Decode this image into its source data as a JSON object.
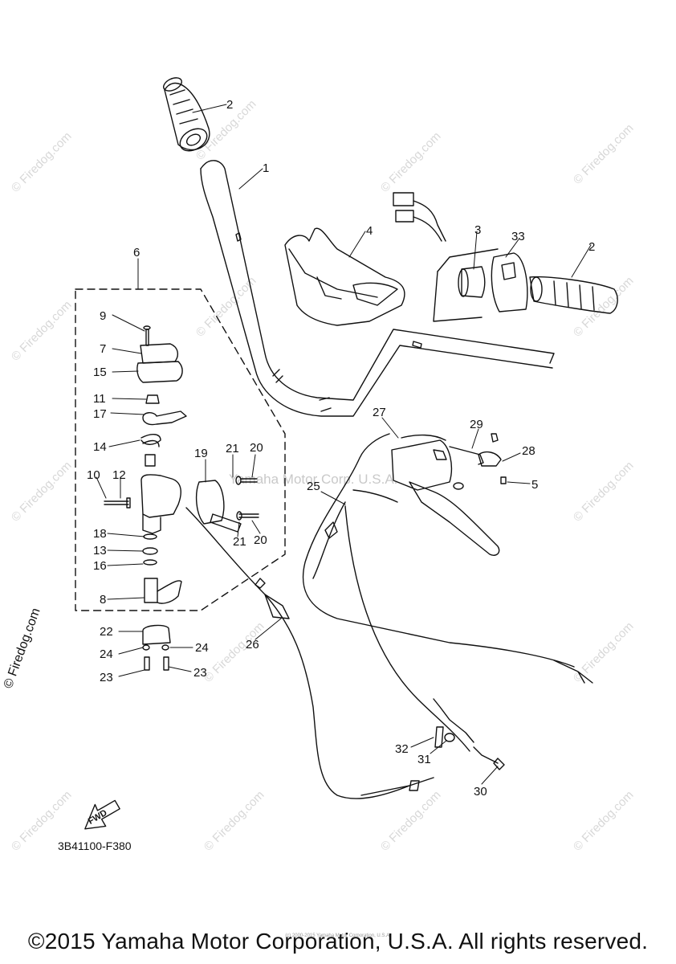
{
  "watermark": {
    "text": "© Firedog.com",
    "side_text": "© Firedog.com"
  },
  "center_watermark": "Yamaha Motor Corp. U.S.A.",
  "diagram_code": "3B41100-F380",
  "fwd_label": "FWD",
  "footer": "©2015 Yamaha Motor Corporation, U.S.A. All rights reserved.",
  "small_notice": "(c) 2000-2015 Yamaha Motor Corporation, U.S.A.",
  "callouts": {
    "c1": "1",
    "c2a": "2",
    "c2b": "2",
    "c3": "3",
    "c4": "4",
    "c5": "5",
    "c6": "6",
    "c7": "7",
    "c8": "8",
    "c9": "9",
    "c10": "10",
    "c11": "11",
    "c12": "12",
    "c13": "13",
    "c14": "14",
    "c15": "15",
    "c16": "16",
    "c17": "17",
    "c18": "18",
    "c19": "19",
    "c20a": "20",
    "c20b": "20",
    "c21a": "21",
    "c21b": "21",
    "c22": "22",
    "c23a": "23",
    "c23b": "23",
    "c24a": "24",
    "c24b": "24",
    "c25": "25",
    "c26": "26",
    "c27": "27",
    "c28": "28",
    "c29": "29",
    "c30": "30",
    "c31": "31",
    "c32": "32",
    "c33": "33"
  }
}
